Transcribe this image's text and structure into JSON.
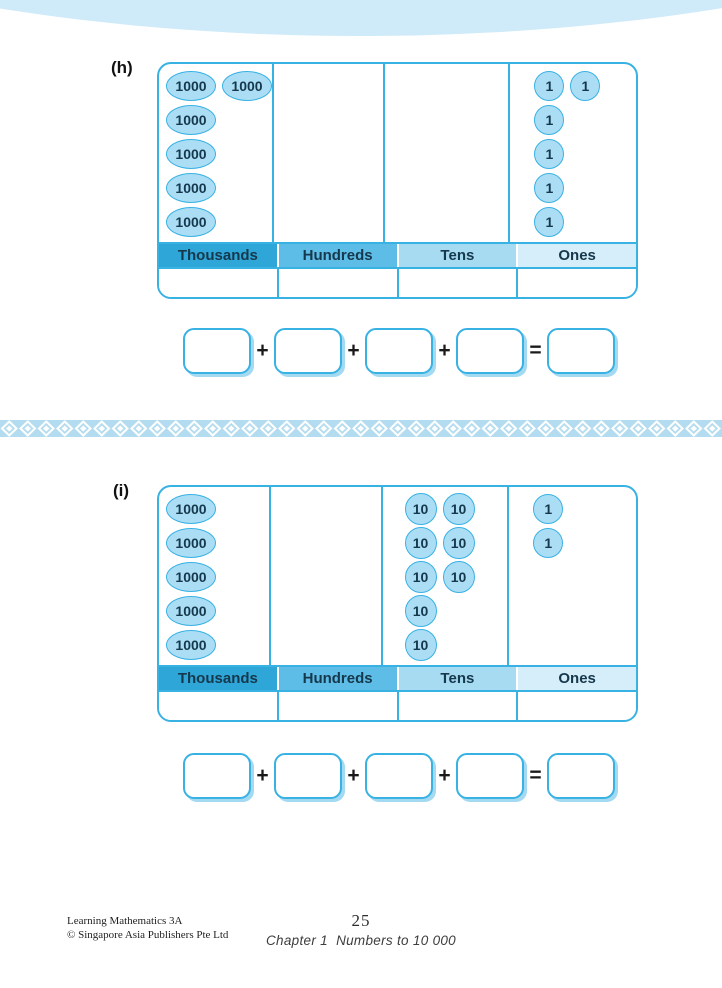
{
  "place_value_columns": [
    "Thousands",
    "Hundreds",
    "Tens",
    "Ones"
  ],
  "equation": {
    "box_count": 5,
    "operators": [
      "+",
      "+",
      "+",
      "="
    ]
  },
  "exercises": [
    {
      "id": "h",
      "label": "(h)",
      "tokens": {
        "thousands": [
          [
            "1000",
            "1000"
          ],
          [
            "1000"
          ],
          [
            "1000"
          ],
          [
            "1000"
          ],
          [
            "1000"
          ]
        ],
        "hundreds": [],
        "tens": [],
        "ones": [
          [
            "1",
            "1"
          ],
          [
            "1"
          ],
          [
            "1"
          ],
          [
            "1"
          ],
          [
            "1"
          ]
        ]
      }
    },
    {
      "id": "i",
      "label": "(i)",
      "tokens": {
        "thousands": [
          [
            "1000"
          ],
          [
            "1000"
          ],
          [
            "1000"
          ],
          [
            "1000"
          ],
          [
            "1000"
          ]
        ],
        "hundreds": [],
        "tens": [
          [
            "10",
            "10"
          ],
          [
            "10",
            "10"
          ],
          [
            "10",
            "10"
          ],
          [
            "10"
          ],
          [
            "10"
          ]
        ],
        "ones": [
          [
            "1"
          ],
          [
            "1"
          ]
        ]
      }
    }
  ],
  "footer": {
    "book_title": "Learning Mathematics 3A",
    "copyright": "© Singapore Asia Publishers Pte Ltd",
    "page_number": "25",
    "chapter": "Chapter 1  Numbers to 10 000"
  },
  "colors": {
    "header_cells": [
      "#2ea6d8",
      "#5ebde6",
      "#a6dbf1",
      "#d6eefa"
    ],
    "table_border": "#38b1e3",
    "token_fill": "#abdef5",
    "token_border": "#38b1e3",
    "text_ink": "#16384c",
    "top_band": "#cfeaf8",
    "divider_band": "#b4dcf0",
    "box_shadow": "#a3daf2"
  }
}
